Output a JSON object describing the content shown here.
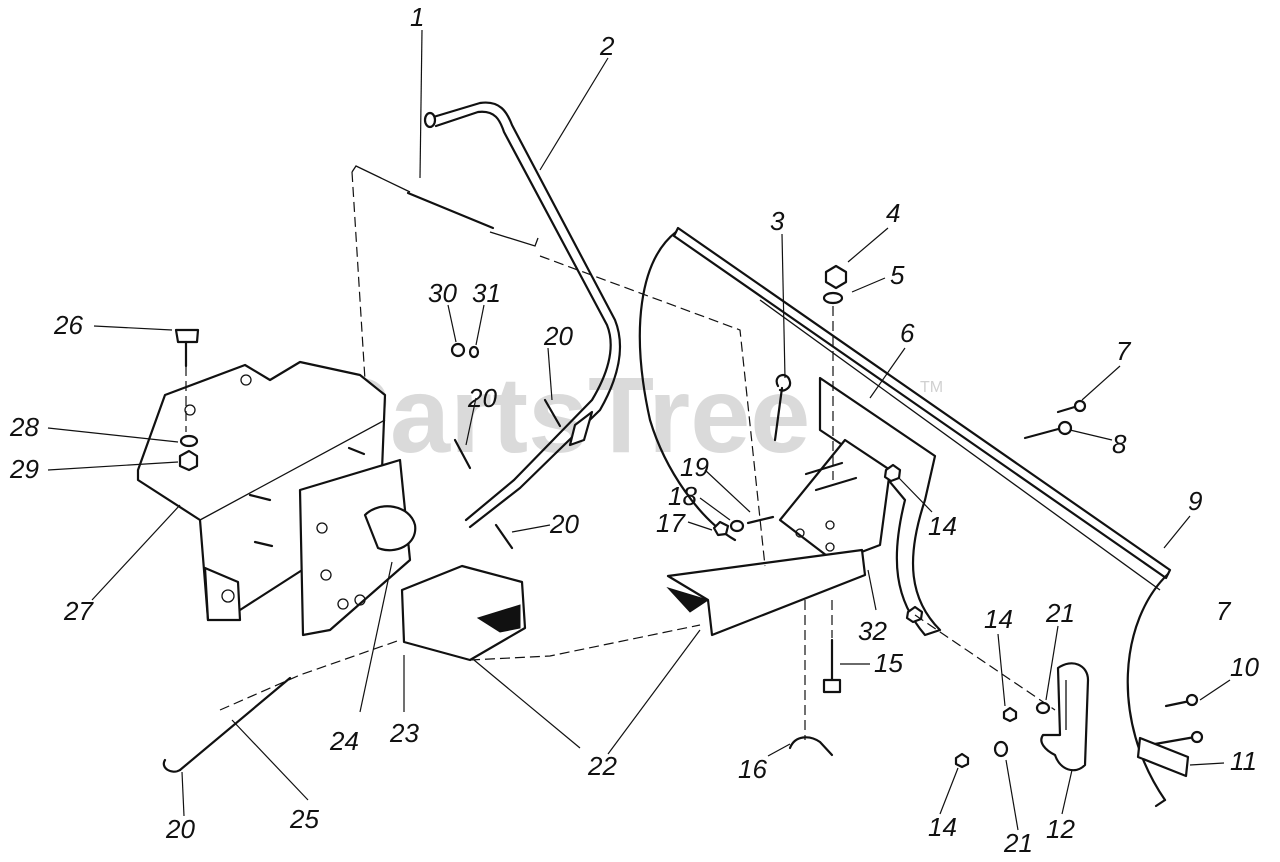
{
  "watermark": {
    "text": "PartsTree",
    "trademark": "TM"
  },
  "callouts": [
    "1",
    "2",
    "3",
    "4",
    "5",
    "6",
    "7",
    "8",
    "9",
    "10",
    "11",
    "12",
    "14",
    "15",
    "16",
    "17",
    "18",
    "19",
    "20",
    "21",
    "22",
    "23",
    "24",
    "25",
    "26",
    "27",
    "28",
    "29",
    "30",
    "31",
    "32"
  ]
}
